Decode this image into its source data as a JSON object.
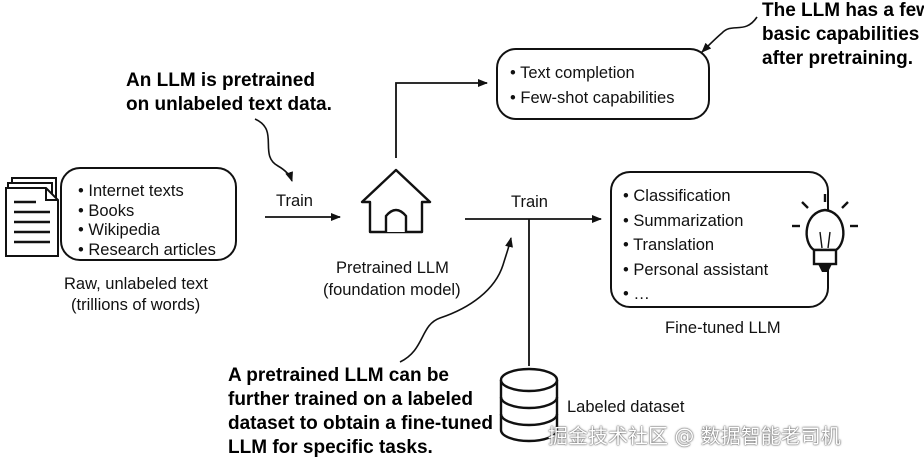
{
  "annotations": {
    "pretrained_line1": "An LLM is pretrained",
    "pretrained_line2": "on unlabeled text data.",
    "capabilities_line1": "The LLM has a few",
    "capabilities_line2": "basic capabilities",
    "capabilities_line3": "after pretraining.",
    "finetune_line1": "A pretrained LLM can be",
    "finetune_line2": "further trained on a labeled",
    "finetune_line3": "dataset to obtain a fine-tuned",
    "finetune_line4": "LLM for specific tasks."
  },
  "raw_text": {
    "items": [
      "Internet texts",
      "Books",
      "Wikipedia",
      "Research articles"
    ],
    "caption_line1": "Raw, unlabeled text",
    "caption_line2": "(trillions of words)"
  },
  "train_label_1": "Train",
  "train_label_2": "Train",
  "pretrained": {
    "caption_line1": "Pretrained LLM",
    "caption_line2": "(foundation model)"
  },
  "capabilities": {
    "items": [
      "Text completion",
      "Few-shot capabilities"
    ]
  },
  "finetuned": {
    "items": [
      "Classification",
      "Summarization",
      "Translation",
      "Personal assistant",
      "…"
    ],
    "caption": "Fine-tuned LLM"
  },
  "dataset": {
    "caption": "Labeled dataset"
  },
  "icons": [
    "document-icon",
    "house-icon",
    "lightbulb-icon",
    "database-icon"
  ],
  "watermark": "掘金技术社区 @ 数据智能老司机"
}
